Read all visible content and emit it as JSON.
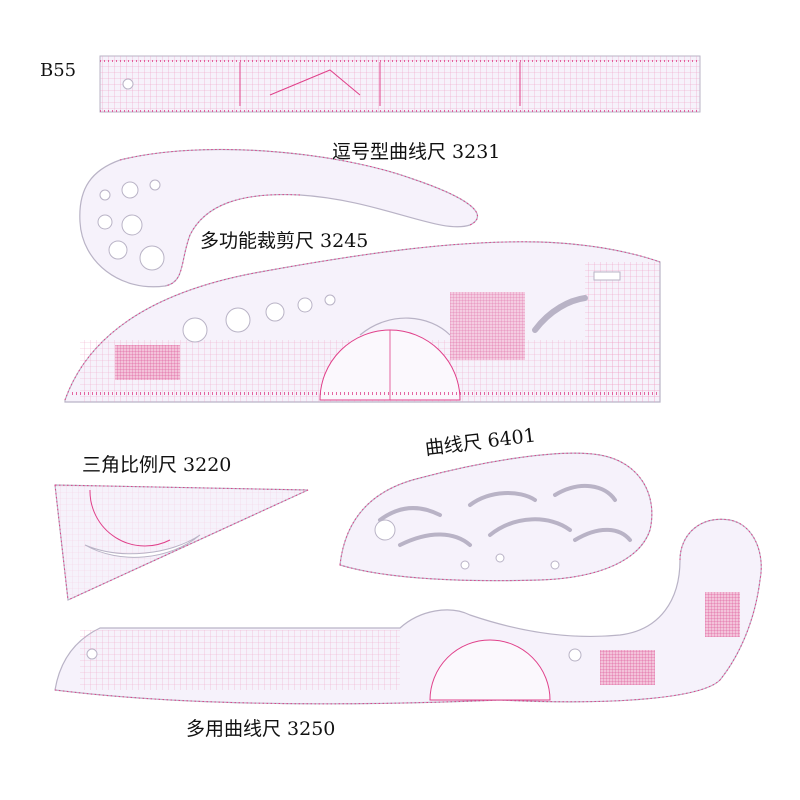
{
  "labels": {
    "b55": "B55",
    "comma_curve": "逗号型曲线尺 3231",
    "multi_cut": "多功能裁剪尺 3245",
    "triangle": "三角比例尺 3220",
    "curve": "曲线尺 6401",
    "multi_curve": "多用曲线尺 3250"
  },
  "colors": {
    "background": "#ffffff",
    "ruler_fill": "#f6f2fb",
    "ruler_edge": "#b9b3c6",
    "tick_pink": "#e0408a",
    "grid_pink": "#ef9cc2"
  }
}
